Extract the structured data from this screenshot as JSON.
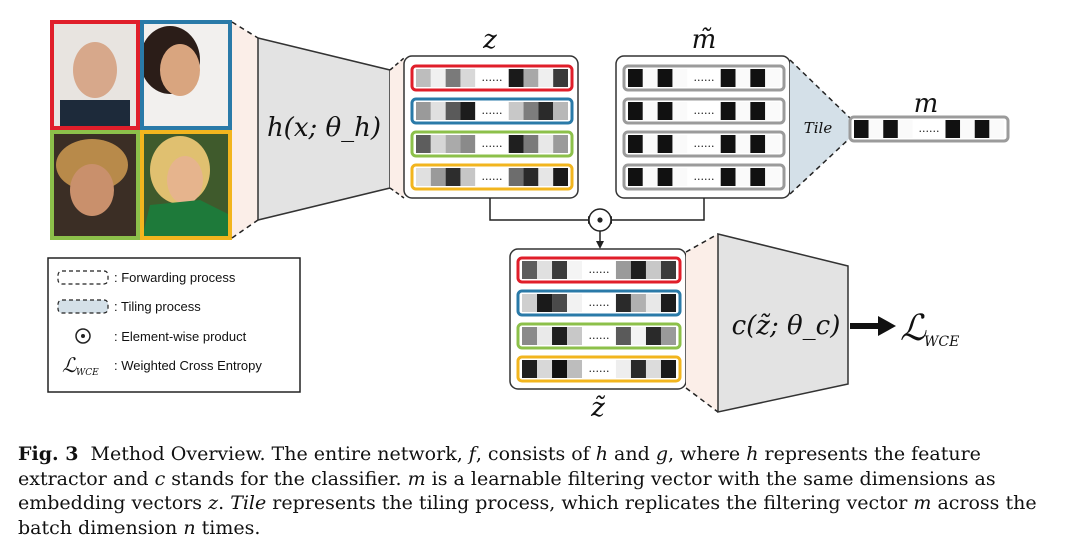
{
  "diagram": {
    "face_colors": [
      "#e01e2a",
      "#2a7aa8",
      "#8cc04a",
      "#f2b51e"
    ],
    "encoder_label": "h(x; θ_h)",
    "classifier_label": "c(z̃; θ_c)",
    "z_label": "z",
    "m_tilde_label": "m̃",
    "m_label": "m",
    "z_tilde_label": "z̃",
    "tile_label": "Tile",
    "loss_label": "ℒ",
    "loss_subscript": "WCE",
    "dots": "......",
    "product_symbol": "⊙"
  },
  "legend": {
    "items": [
      {
        "icon": "dashed-box",
        "text": ": Forwarding process"
      },
      {
        "icon": "tiling-box",
        "text": ": Tiling process"
      },
      {
        "icon": "odot",
        "text": ": Element-wise product"
      },
      {
        "icon": "loss-symbol",
        "text": ": Weighted Cross Entropy"
      }
    ],
    "loss_symbol": "ℒ",
    "loss_symbol_sub": "WCE"
  },
  "caption": {
    "fig_label": "Fig. 3",
    "text_1": "Method Overview. The entire network, ",
    "f": "f",
    "text_2": ", consists of ",
    "h": "h",
    "text_3": " and ",
    "g": "g",
    "text_4": ", where ",
    "h2": "h",
    "text_5": " represents the feature extractor and ",
    "c": "c",
    "text_6": " stands for the classifier. ",
    "m": "m",
    "text_7": " is a learnable filtering vector with the same dimensions as embedding vectors ",
    "z": "z",
    "text_8": ". ",
    "tile": "Tile",
    "text_9": " represents the tiling process, which replicates the filtering vector ",
    "m2": "m",
    "text_10": " across the batch dimension ",
    "n": "n",
    "text_11": " times."
  }
}
